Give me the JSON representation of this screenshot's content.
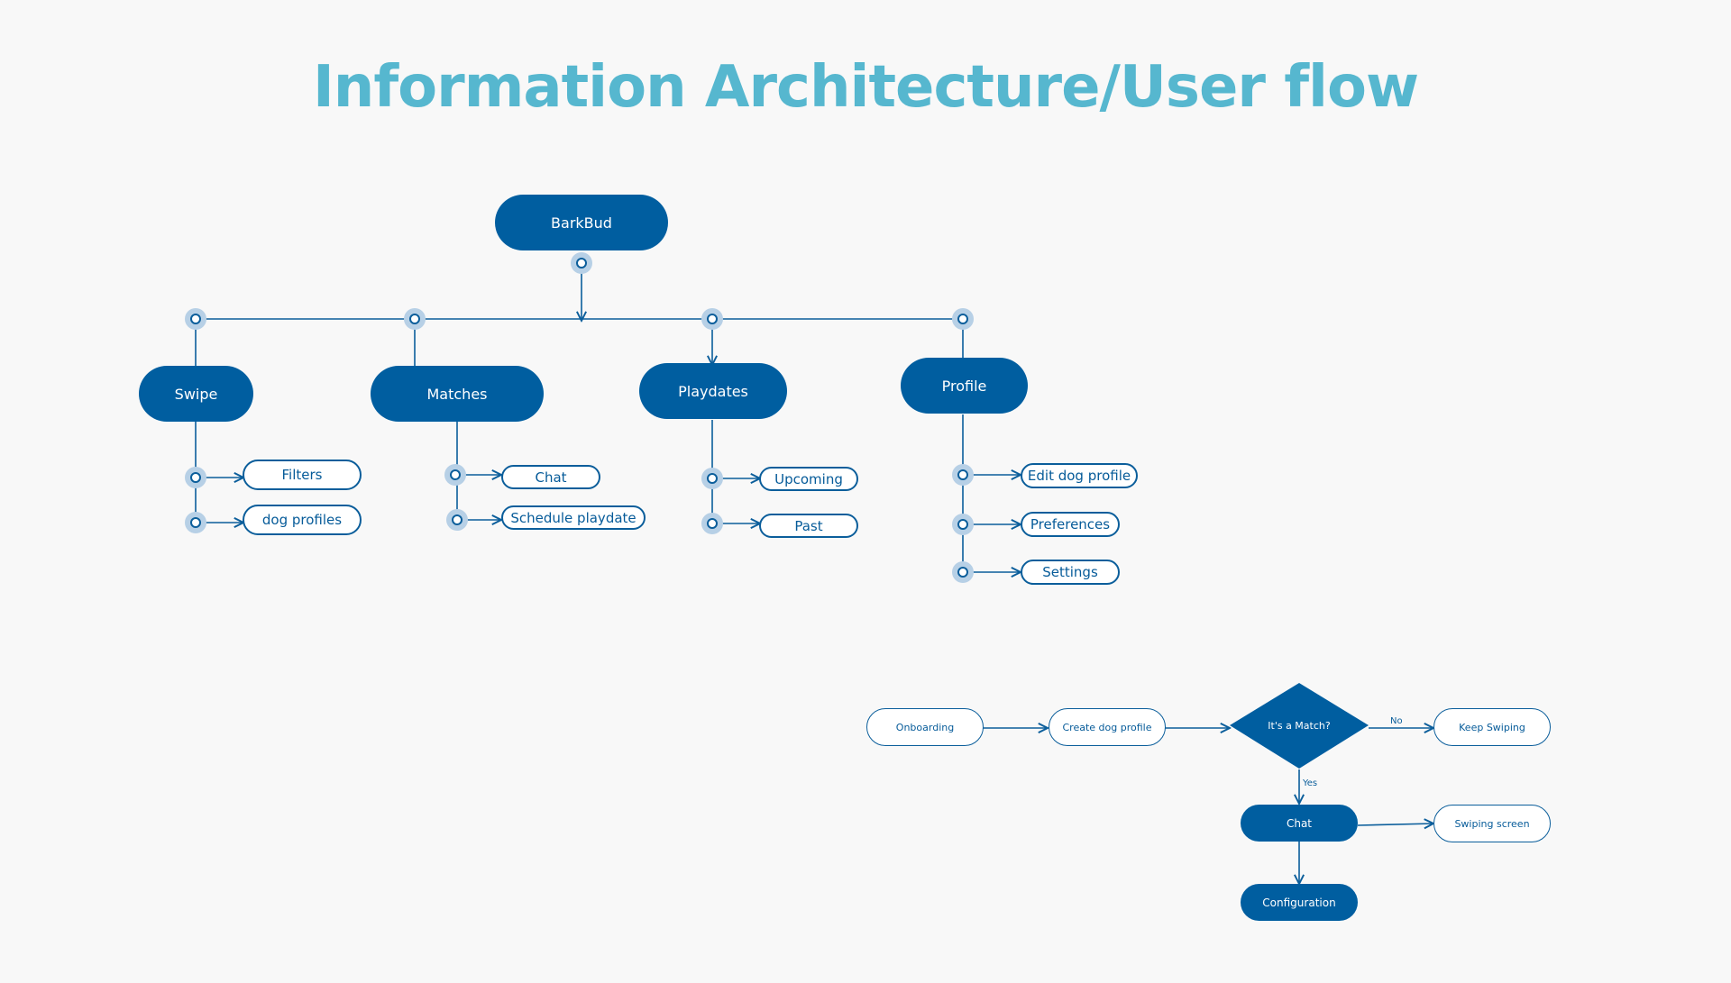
{
  "title": "Information Architecture/User flow",
  "colors": {
    "primary": "#005ea0",
    "accent": "#56b7cf",
    "line": "#0b5e9b",
    "halo": "#b7d0e6"
  },
  "sitemap": {
    "root": "BarkBud",
    "sections": [
      {
        "label": "Swipe",
        "children": [
          "Filters",
          "dog profiles"
        ]
      },
      {
        "label": "Matches",
        "children": [
          "Chat",
          "Schedule playdate"
        ]
      },
      {
        "label": "Playdates",
        "children": [
          "Upcoming",
          "Past"
        ]
      },
      {
        "label": "Profile",
        "children": [
          "Edit dog profile",
          "Preferences",
          "Settings"
        ]
      }
    ]
  },
  "user_flow": {
    "onboarding": "Onboarding",
    "create_profile": "Create dog profile",
    "decision": "It's a Match?",
    "no_label": "No",
    "yes_label": "Yes",
    "keep_swiping": "Keep Swiping",
    "chat": "Chat",
    "swiping_screen": "Swiping screen",
    "configuration": "Configuration"
  }
}
